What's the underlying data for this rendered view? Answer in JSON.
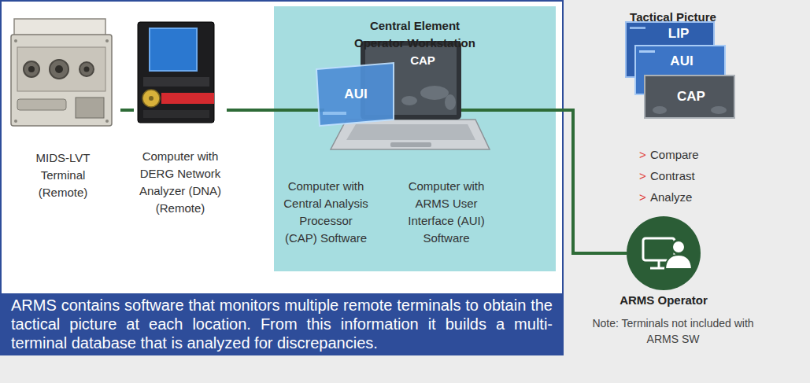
{
  "diagram": {
    "nodes": [
      {
        "text": [
          "ARMS contains software that monitors multiple remote terminals to obtain the tactical picture at each location. From this information it builds a multi-terminal database that is analyzed for discrepancies."
        ]
      },
      {
        "text": [
          "MIDS-LVT Terminal (Remote)"
        ],
        "in": 0
      },
      {
        "text": [
          "Computer with DERG Network Analyzer (DNA) (Remote)"
        ],
        "in": 0
      },
      {
        "text": [
          "Central Element Operator Workstation",
          "Computer with Central Analysis Processor (CAP) Software",
          "Computer with ARMS User Interface (AUI) Software"
        ],
        "in": 0
      },
      {
        "text": [
          "ARMS Operator"
        ]
      }
    ],
    "edges": [
      {
        "from": 1,
        "to": 2,
        "arrow": "none"
      },
      {
        "from": 2,
        "to": 3,
        "arrow": "none"
      },
      {
        "from": 3,
        "to": 4,
        "arrow": "none"
      }
    ],
    "labels": [
      "AUI",
      "CAP",
      "Tactical Picture",
      "LIP",
      "AUI",
      "CAP",
      ">",
      "Compare",
      ">",
      "Contrast",
      ">",
      "Analyze",
      "Note: Terminals not included with ARMS SW"
    ]
  }
}
